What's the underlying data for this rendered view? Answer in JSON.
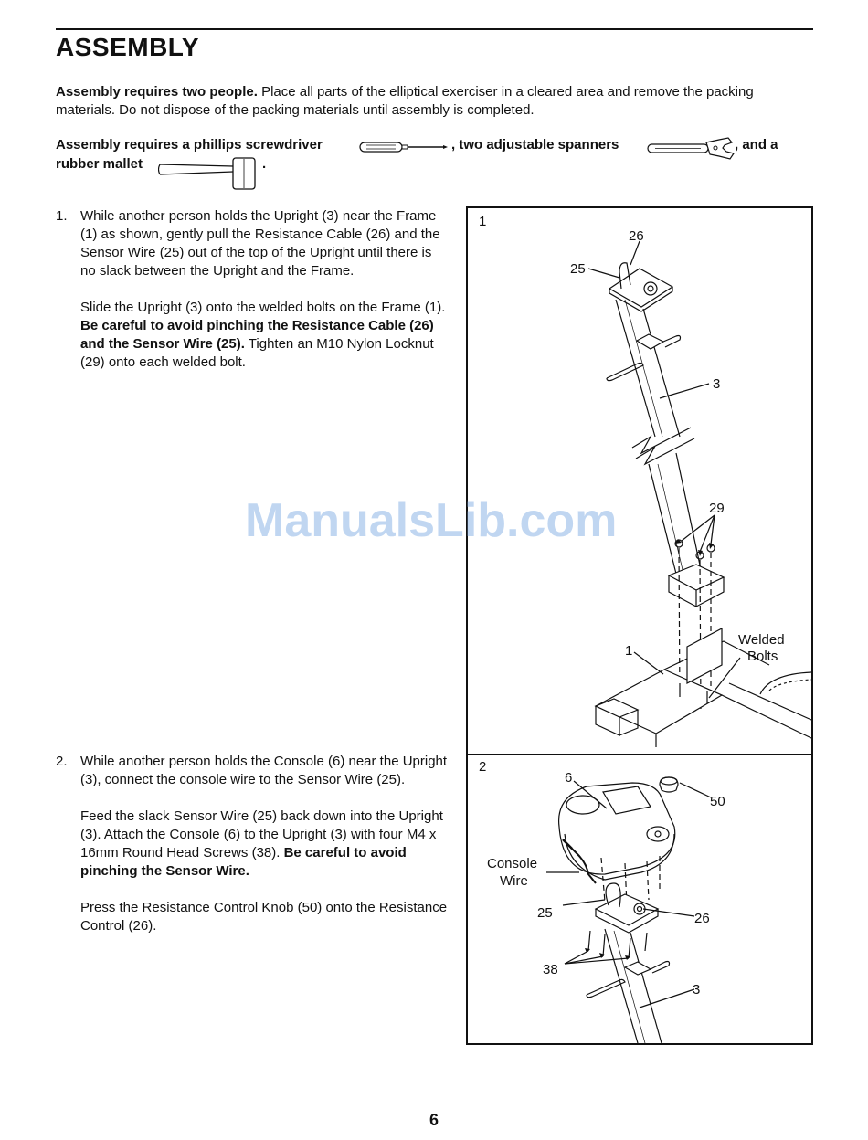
{
  "title": "ASSEMBLY",
  "intro": {
    "bold": "Assembly requires two people.",
    "text": " Place all parts of the elliptical exerciser in a cleared area and remove the packing materials. Do not dispose of the packing materials until assembly is completed."
  },
  "tools": {
    "part1": "Assembly requires a phillips screwdriver",
    "part2": ", two adjustable spanners",
    "part3": ", and a",
    "part4": "rubber mallet",
    "part5": "."
  },
  "step1": {
    "number": "1.",
    "p1": "While another person holds the Upright (3) near the Frame (1) as shown, gently pull the Resistance Cable (26) and the Sensor Wire (25) out of the top of the Upright until there is no slack between the Upright and the Frame.",
    "p2_text1": "Slide the Upright (3) onto the welded bolts on the Frame (1). ",
    "p2_bold": "Be careful to avoid pinching the Resistance Cable (26) and the Sensor Wire (25).",
    "p2_text2": " Tighten an M10 Nylon Locknut (29) onto each welded bolt."
  },
  "step2": {
    "number": "2.",
    "p1": "While another person holds the Console (6) near the Upright (3), connect the console wire to the Sensor Wire (25).",
    "p2_text": "Feed the slack Sensor Wire (25) back down into the Upright (3). Attach the Console (6) to the Upright (3) with four M4 x 16mm Round Head Screws (38). ",
    "p2_bold": "Be careful to avoid pinching the Sensor Wire.",
    "p3": "Press the Resistance Control Knob (50) onto the Resistance Control (26)."
  },
  "figure1": {
    "number": "1",
    "labels": {
      "l26": "26",
      "l25": "25",
      "l3": "3",
      "l29": "29",
      "l1": "1",
      "welded1": "Welded",
      "welded2": "Bolts"
    }
  },
  "figure2": {
    "number": "2",
    "labels": {
      "l6": "6",
      "l50": "50",
      "console1": "Console",
      "console2": "Wire",
      "l25": "25",
      "l26": "26",
      "l38": "38",
      "l3": "3"
    }
  },
  "watermark": "ManualsLib.com",
  "page_number": "6",
  "icons": [
    "screwdriver-icon",
    "adjustable-spanner-icon",
    "rubber-mallet-icon"
  ]
}
